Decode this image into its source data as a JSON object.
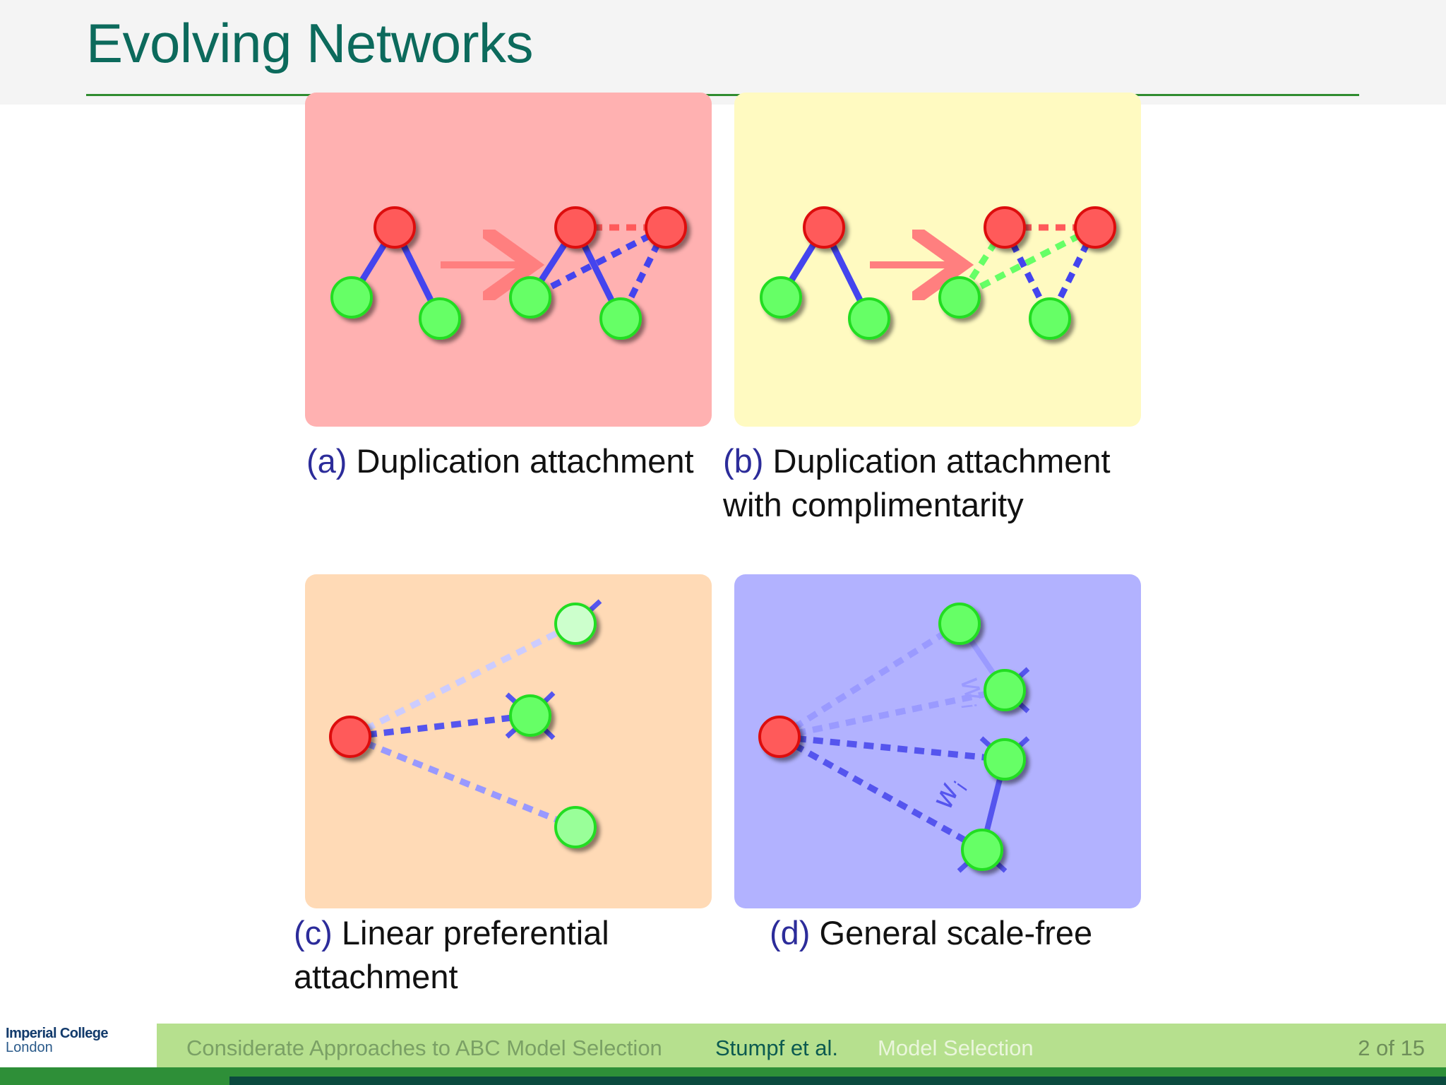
{
  "header": {
    "title": "Evolving Networks"
  },
  "panels": [
    {
      "id": "a",
      "label": "(a)",
      "caption": "Duplication attachment",
      "caption_line2": "",
      "bg": "#ffb1b1"
    },
    {
      "id": "b",
      "label": "(b)",
      "caption": "Duplication attachment",
      "caption_line2": "with complimentarity",
      "bg": "#fffac1"
    },
    {
      "id": "c",
      "label": "(c)",
      "caption": "Linear preferential",
      "caption_line2": "attachment",
      "bg": "#ffdab6"
    },
    {
      "id": "d",
      "label": "(d)",
      "caption": "General scale-free",
      "caption_line2": "",
      "bg": "#b2b2ff",
      "edge_label": "w",
      "edge_label_sub": "i"
    }
  ],
  "colors": {
    "node_red": "#ff5a5a",
    "node_red_stroke": "#dd1111",
    "node_green": "#66ff66",
    "node_green_stroke": "#22dd22",
    "edge_blue": "#4444ee",
    "arrow": "#ff7f7f",
    "dashed_red": "#ff5a5a",
    "dashed_green": "#66ff66"
  },
  "footer": {
    "logo_line1": "Imperial College",
    "logo_line2": "London",
    "talk_title": "Considerate Approaches to ABC Model Selection",
    "authors": "Stumpf et al.",
    "section": "Model Selection",
    "page": "2 of 15"
  }
}
